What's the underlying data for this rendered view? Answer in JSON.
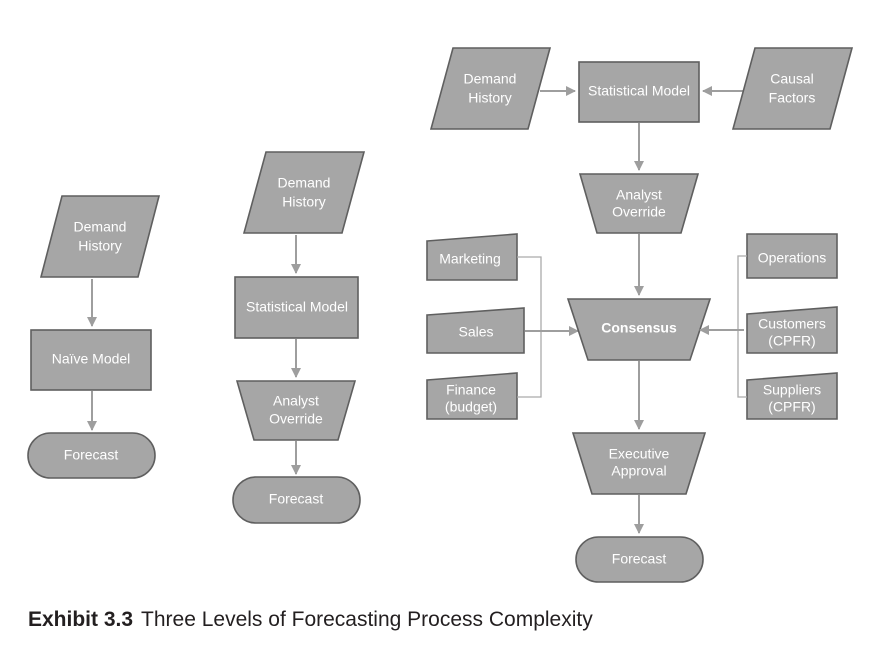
{
  "caption": {
    "label": "Exhibit 3.3",
    "text": "Three Levels of Forecasting Process Complexity"
  },
  "level1": {
    "demand_history": [
      "Demand",
      "History"
    ],
    "naive_model": "Naïve Model",
    "forecast": "Forecast"
  },
  "level2": {
    "demand_history": [
      "Demand",
      "History"
    ],
    "statistical_model": "Statistical Model",
    "analyst_override": [
      "Analyst",
      "Override"
    ],
    "forecast": "Forecast"
  },
  "level3": {
    "demand_history": [
      "Demand",
      "History"
    ],
    "statistical_model": "Statistical Model",
    "causal_factors": [
      "Causal",
      "Factors"
    ],
    "analyst_override": [
      "Analyst",
      "Override"
    ],
    "marketing": "Marketing",
    "sales": "Sales",
    "finance": [
      "Finance",
      "(budget)"
    ],
    "consensus": "Consensus",
    "operations": "Operations",
    "customers": [
      "Customers",
      "(CPFR)"
    ],
    "suppliers": [
      "Suppliers",
      "(CPFR)"
    ],
    "executive_approval": [
      "Executive",
      "Approval"
    ],
    "forecast": "Forecast"
  }
}
